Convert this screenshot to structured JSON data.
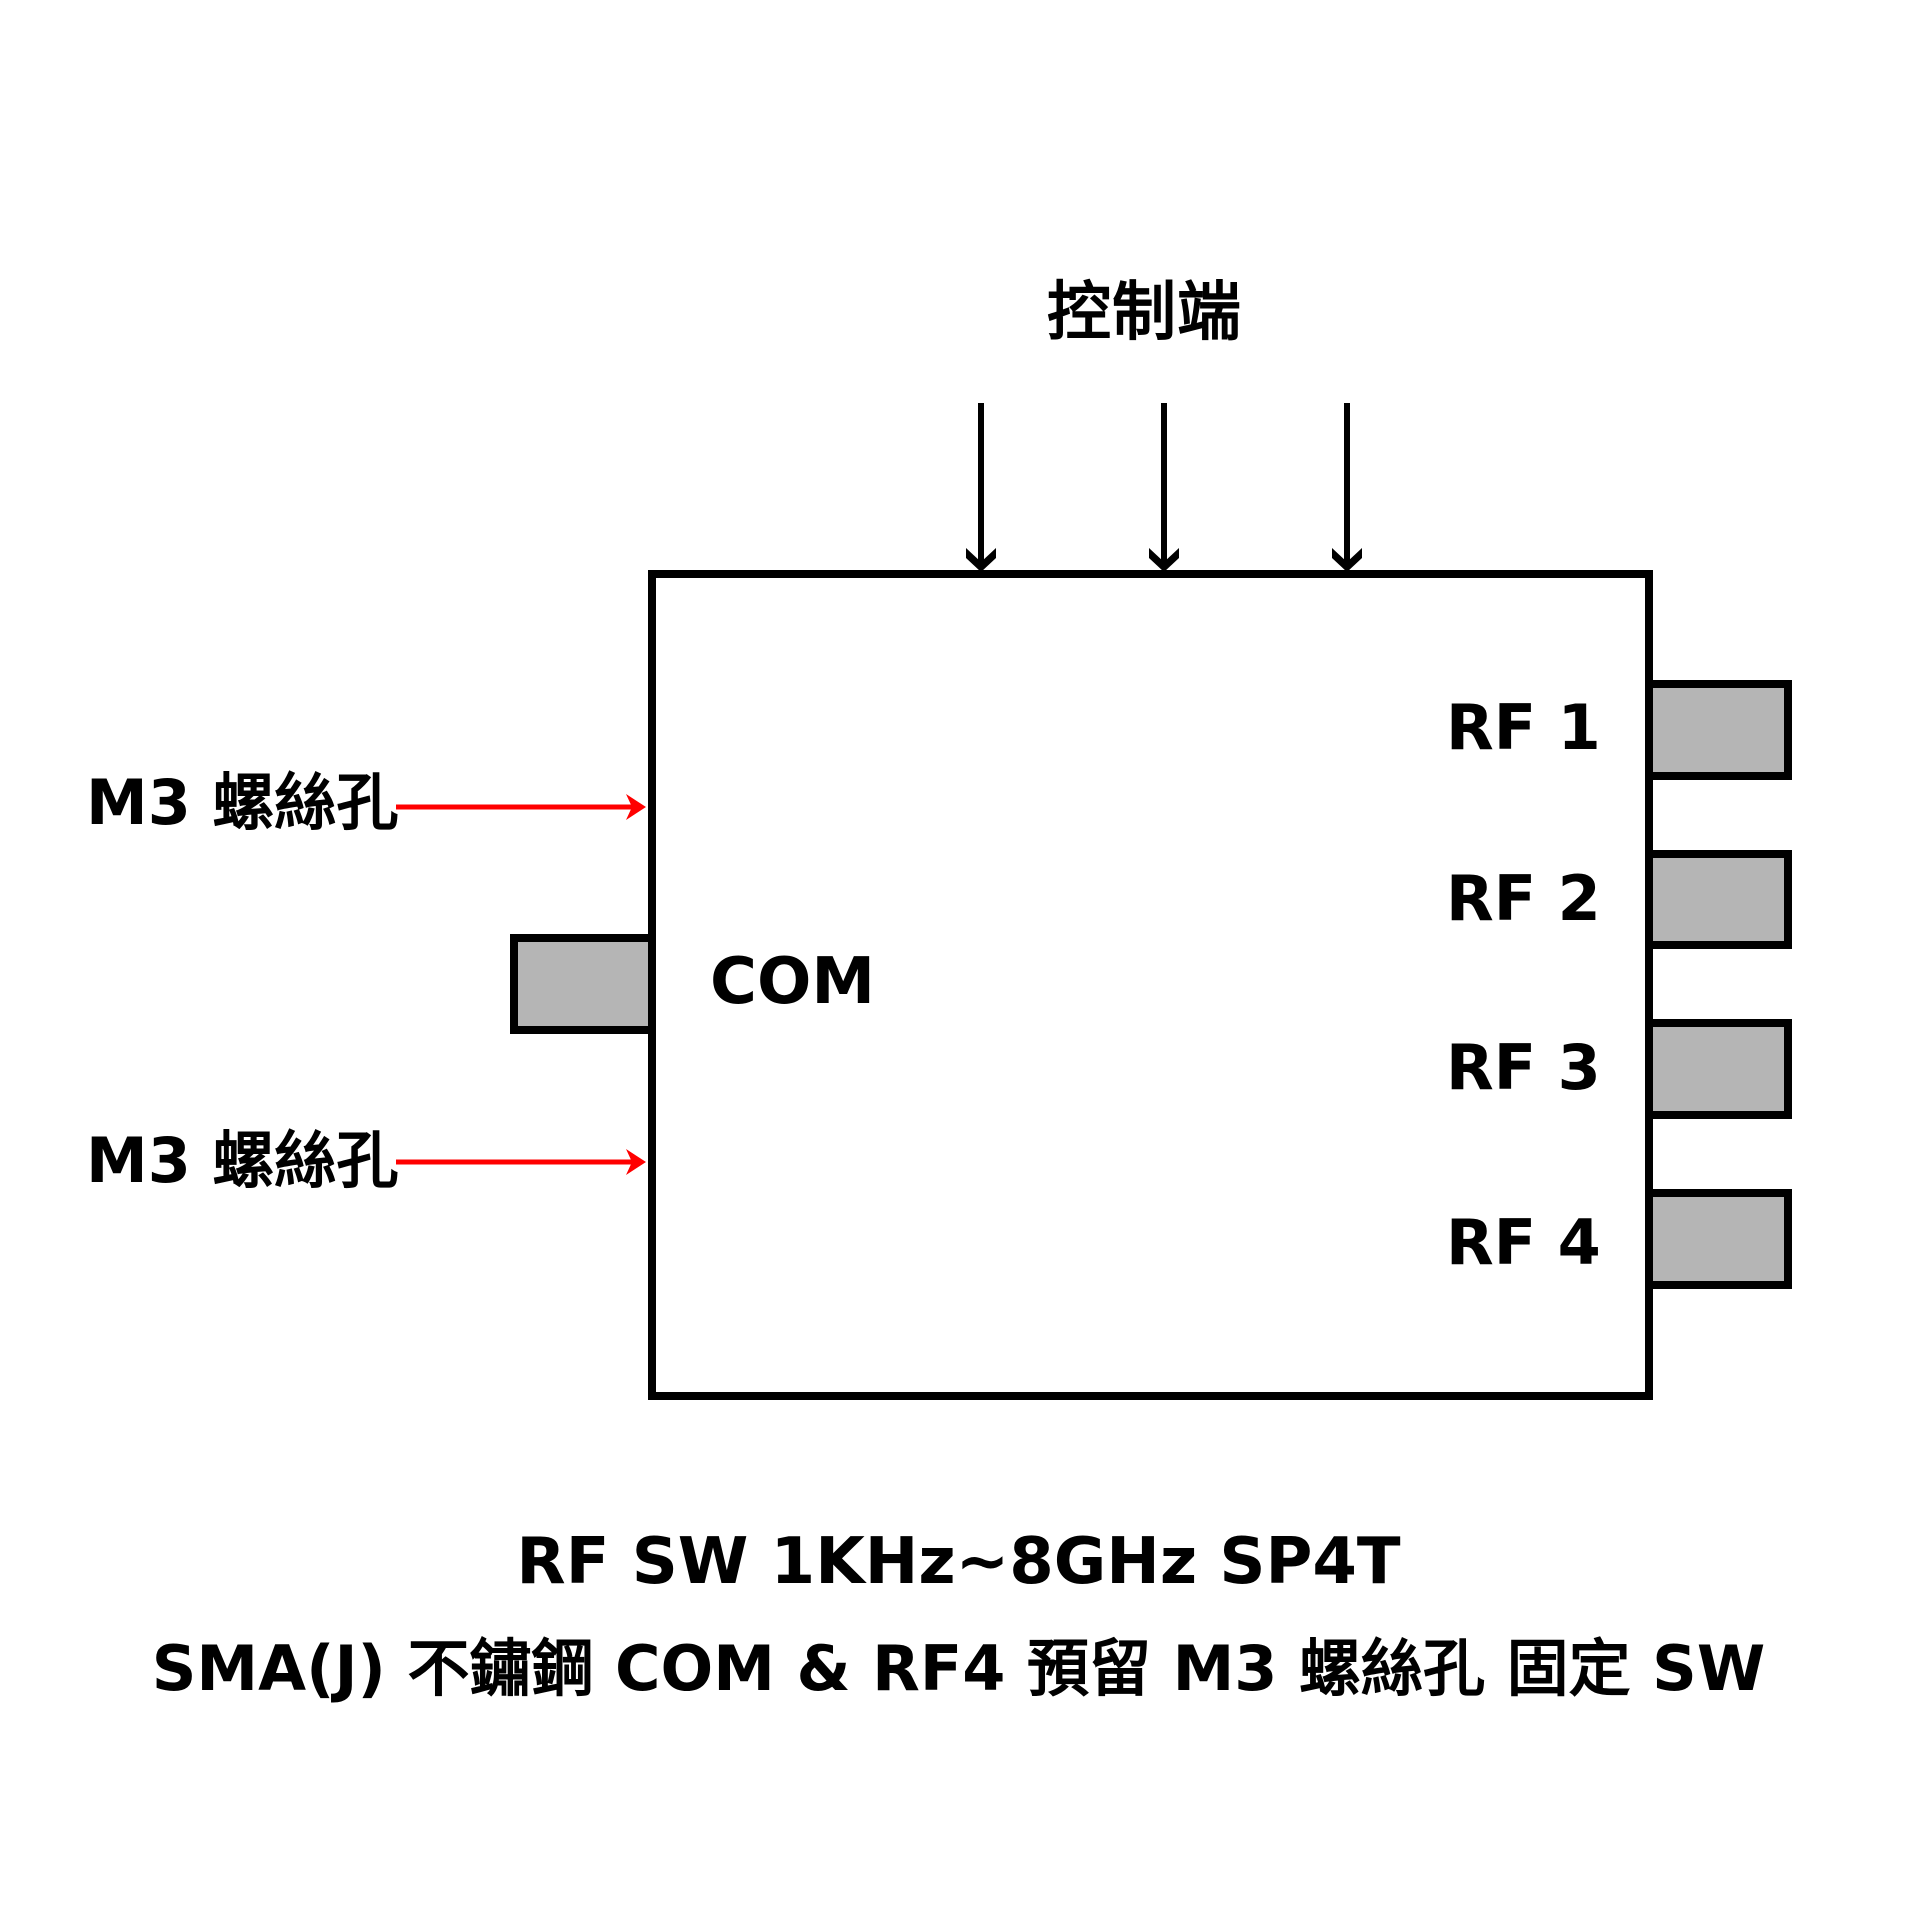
{
  "diagram": {
    "control_label": "控制端",
    "control_lines": [
      {
        "name": "control-line-1"
      },
      {
        "name": "control-line-2"
      },
      {
        "name": "control-line-3"
      }
    ],
    "mount_holes": [
      {
        "label": "M3 螺絲孔"
      },
      {
        "label": "M3 螺絲孔"
      }
    ],
    "com_port": {
      "label": "COM"
    },
    "rf_ports": [
      {
        "label": "RF 1"
      },
      {
        "label": "RF 2"
      },
      {
        "label": "RF 3"
      },
      {
        "label": "RF 4"
      }
    ],
    "caption_line1": "RF SW 1KHz~8GHz SP4T",
    "caption_line2": "SMA(J) 不鏽鋼 COM & RF4 預留 M3 螺絲孔 固定 SW",
    "colors": {
      "outline": "#000000",
      "connector_fill": "#b5b5b5",
      "mount_arrow": "#ff0000",
      "background": "#ffffff"
    }
  }
}
